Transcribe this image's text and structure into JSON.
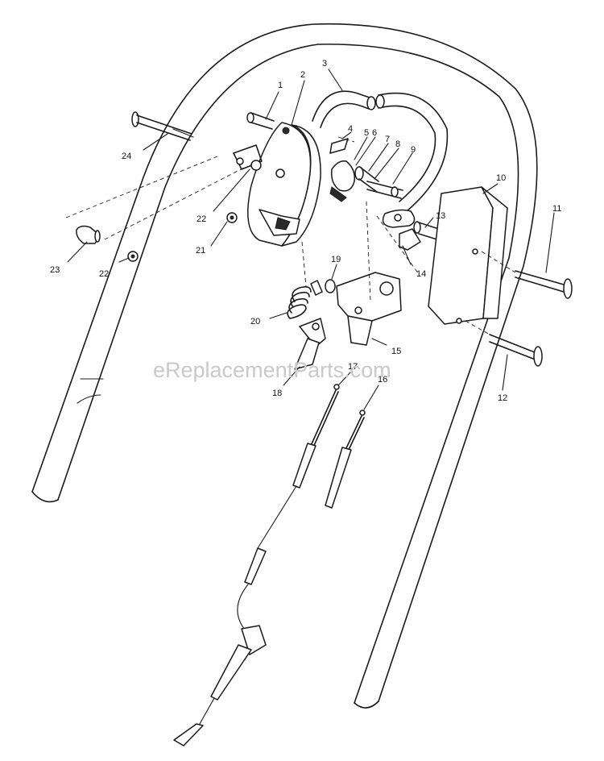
{
  "watermark": "eReplacementParts.com",
  "callouts": [
    "1",
    "2",
    "3",
    "4",
    "5",
    "6",
    "7",
    "8",
    "9",
    "10",
    "11",
    "12",
    "13",
    "14",
    "15",
    "16",
    "17",
    "18",
    "19",
    "20",
    "21",
    "22",
    "22",
    "23",
    "24"
  ]
}
